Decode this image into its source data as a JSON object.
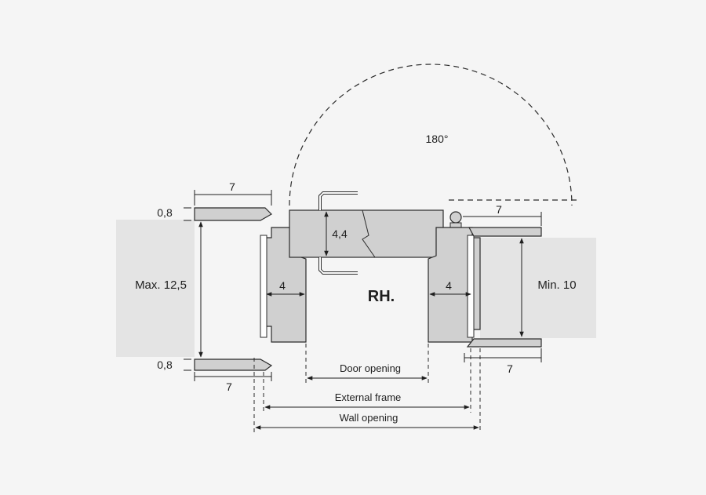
{
  "labels": {
    "angle": "180°",
    "door_type": "RH.",
    "left_top_width": "7",
    "left_top_thickness": "0,8",
    "left_height": "Max. 12,5",
    "left_bottom_thickness": "0,8",
    "left_bottom_width": "7",
    "door_thickness": "4,4",
    "left_frame_depth": "4",
    "right_frame_depth": "4",
    "right_top_width": "7",
    "right_height": "Min. 10",
    "right_bottom_width": "7",
    "door_opening": "Door opening",
    "external_frame": "External frame",
    "wall_opening": "Wall opening"
  },
  "colors": {
    "background": "#f5f5f5",
    "wall": "#e4e4e4",
    "frame": "#d0d0d0",
    "outline": "#2b2b2b"
  }
}
